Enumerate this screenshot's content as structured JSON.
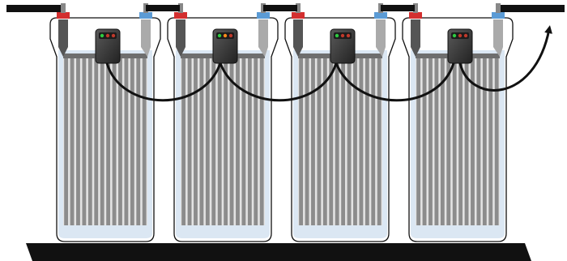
{
  "diagram": {
    "title": "",
    "cell_count": 4,
    "plate_count_per_cell": 14,
    "monitor_leds": [
      "green",
      "orange",
      "red"
    ],
    "colors": {
      "background": "#ffffff",
      "electrolyte": "#dbe7f3",
      "cell_outline": "#111111",
      "plates": "#8c8c8c",
      "plate_gaps": "#e3e3e3",
      "positive_terminal": "#d32f2f",
      "negative_terminal": "#5b9bd5",
      "cable": "#111111",
      "monitor_body": "#3a3a3a",
      "led_green": "#2ecc40",
      "led_orange": "#ff8c1a",
      "led_red": "#c0392b",
      "shelf": "#111111"
    },
    "icons": {
      "output_arrow": "arrow-up-right-icon",
      "monitor": "cell-monitor-icon"
    }
  }
}
